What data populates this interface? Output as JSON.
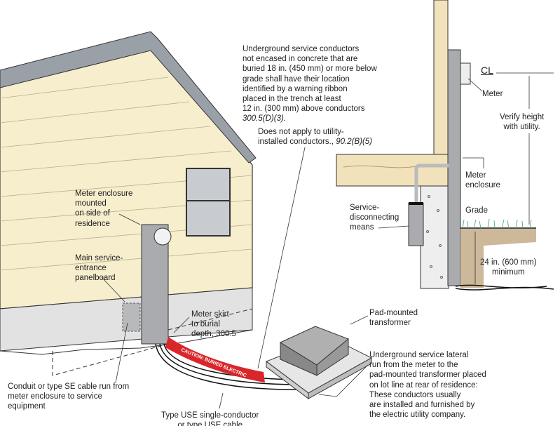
{
  "labels": {
    "ribbon_rule": "Underground service conductors\nnot encased in concrete that are\nburied 18 in. (450 mm) or more below\ngrade shall have their location\nidentified by a warning ribbon\nplaced in the trench at least\n12 in. (300 mm) above conductors",
    "ribbon_rule_ref": "300.5(D)(3).",
    "utility_note": "Does not apply to utility-\ninstalled conductors.,",
    "utility_note_ref": "90.2(B)(5)",
    "meter_enclosure_mounted": "Meter enclosure\nmounted\non side of\nresidence",
    "main_panel": "Main service-\nentrance\npanelboard",
    "conduit": "Conduit or type SE cable run from\nmeter enclosure to service\nequipment",
    "meter_skirt": "Meter skirt\nto burial\ndepth, 300.5",
    "type_use": "Type USE single-conductor\nor type USE cable",
    "pad_transformer": "Pad-mounted\ntransformer",
    "lateral": "Underground service lateral\nrun from the meter to the\npad-mounted transformer placed\non lot line at rear of residence:\nThese conductors usually\nare installed and furnished by\nthe electric utility company.",
    "ribbon_text": "CAUTION: BURIED ELECTRIC",
    "centerline": "CL",
    "meter": "Meter",
    "verify_height": "Verify height\nwith utility.",
    "meter_enclosure": "Meter\nenclosure",
    "grade": "Grade",
    "disconnect": "Service-\ndisconnecting\nmeans",
    "depth": "24 in. (600 mm)\nminimum"
  },
  "colors": {
    "siding": "#f6eecd",
    "foundation": "#e2e2e2",
    "roof": "#9aa0a8",
    "metal": "#a9abae",
    "ribbon": "#d9262b",
    "wood": "#f2e2bb",
    "soil": "#cdb89a",
    "grass": "#5fae8c"
  }
}
